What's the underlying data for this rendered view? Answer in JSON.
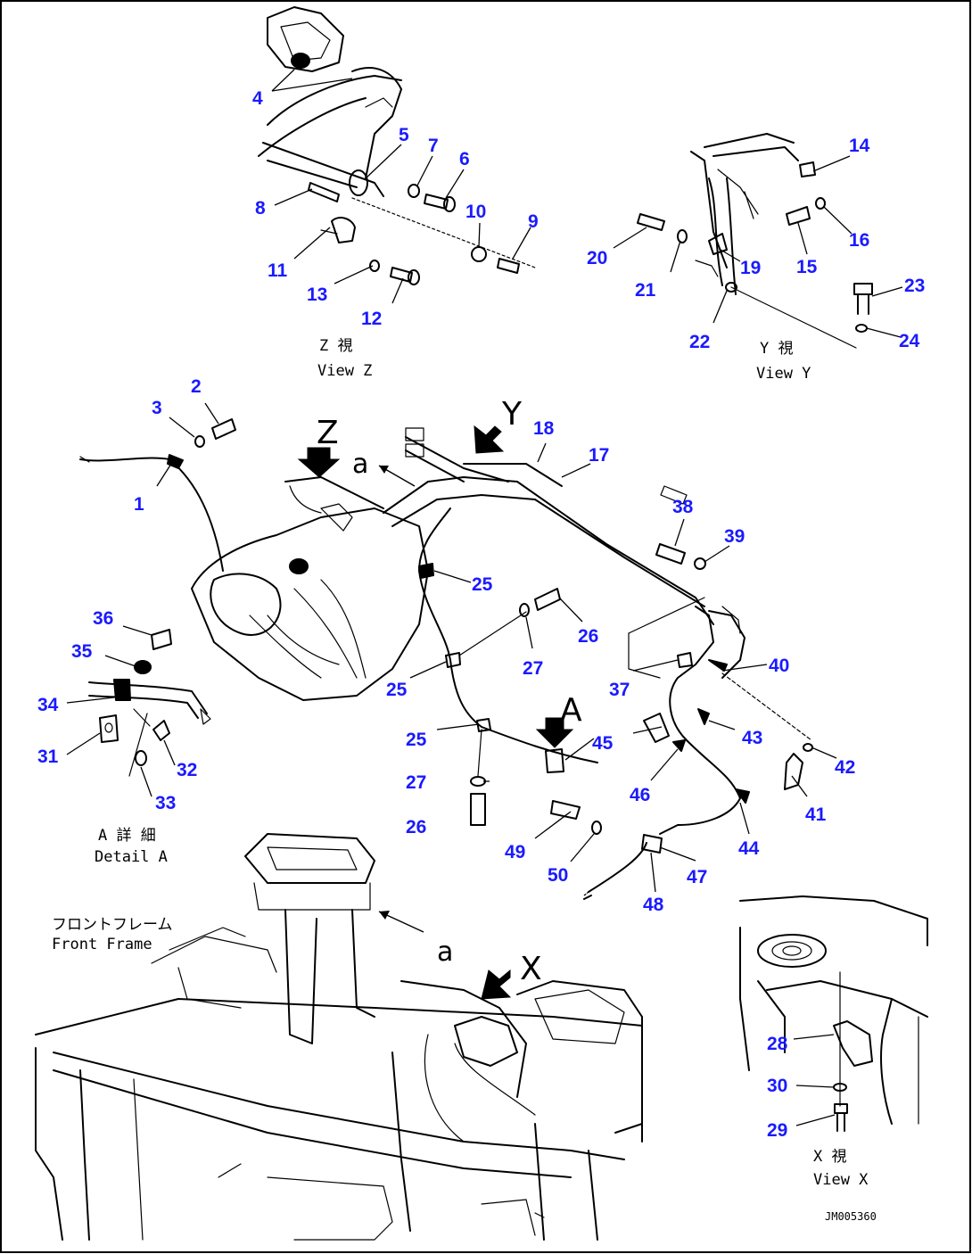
{
  "callouts": [
    "1",
    "2",
    "3",
    "4",
    "5",
    "6",
    "7",
    "8",
    "9",
    "10",
    "11",
    "12",
    "13",
    "14",
    "15",
    "16",
    "17",
    "18",
    "19",
    "20",
    "21",
    "22",
    "23",
    "24",
    "25",
    "26",
    "27",
    "28",
    "29",
    "30",
    "31",
    "32",
    "33",
    "34",
    "35",
    "36",
    "37",
    "38",
    "39",
    "40",
    "41",
    "42",
    "43",
    "44",
    "45",
    "46",
    "47",
    "48",
    "49",
    "50"
  ],
  "views": {
    "z": {
      "jp": "Z 視",
      "en": "View Z",
      "arrow_letter": "Z"
    },
    "y": {
      "jp": "Y 視",
      "en": "View Y",
      "arrow_letter": "Y"
    },
    "x": {
      "jp": "X 視",
      "en": "View X",
      "arrow_letter": "X"
    },
    "a": {
      "jp": "A 詳 細",
      "en": "Detail A",
      "arrow_letter": "A"
    }
  },
  "front_frame": {
    "jp": "フロントフレーム",
    "en": "Front Frame"
  },
  "reference_letter": "a",
  "drawing_code": "JM005360"
}
